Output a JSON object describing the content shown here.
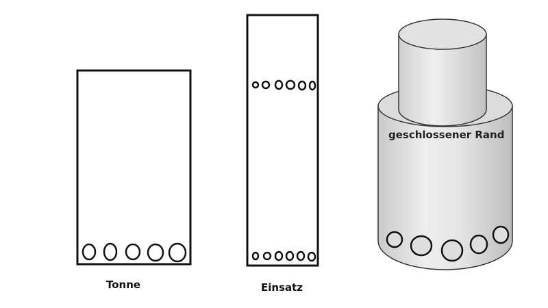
{
  "labels": {
    "tonne": "Tonne",
    "einsatz": "Einsatz",
    "rand": "geschlossener Rand"
  }
}
